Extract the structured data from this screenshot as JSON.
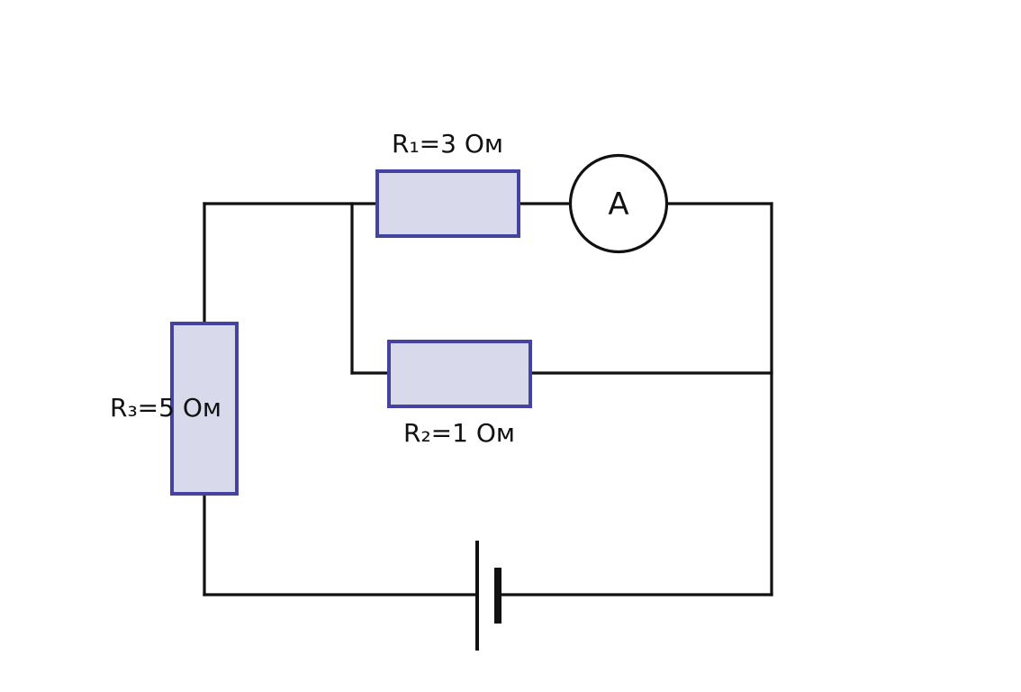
{
  "diagram": {
    "resistor_1": {
      "label": "R₁=3 Ом"
    },
    "resistor_2": {
      "label": "R₂=1 Ом"
    },
    "resistor_3": {
      "label": "R₃=5 Ом"
    },
    "ammeter": {
      "symbol": "A"
    }
  },
  "colors": {
    "wire": "#111111",
    "resistor_fill": "#d9d9ec",
    "resistor_stroke": "#4543a0"
  }
}
